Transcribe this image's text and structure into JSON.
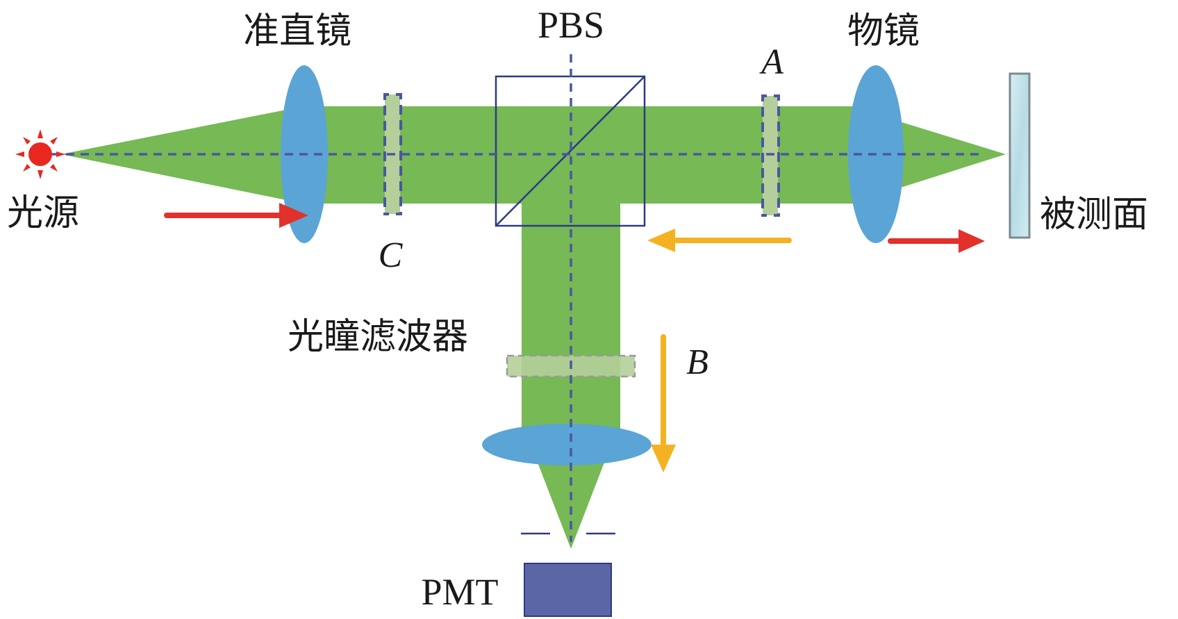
{
  "labels": {
    "light_source": "光源",
    "collimator": "准直镜",
    "pbs": "PBS",
    "objective": "物镜",
    "surface_under_test": "被测面",
    "pupil_filter": "光瞳滤波器",
    "pmt": "PMT",
    "position_a": "A",
    "position_b": "B",
    "position_c": "C"
  },
  "colors": {
    "beam": "#76b955",
    "lens": "#5ba4d6",
    "optical_axis": "#4b57a0",
    "pbs_outline": "#2e3a84",
    "pmt_fill": "#5a66a6",
    "arrow_red": "#e2312b",
    "arrow_orange": "#f4b223",
    "source": "#e8281f",
    "filter_fill": "#b5cf9a",
    "pupil_filter_outline": "#9a9a9a"
  }
}
